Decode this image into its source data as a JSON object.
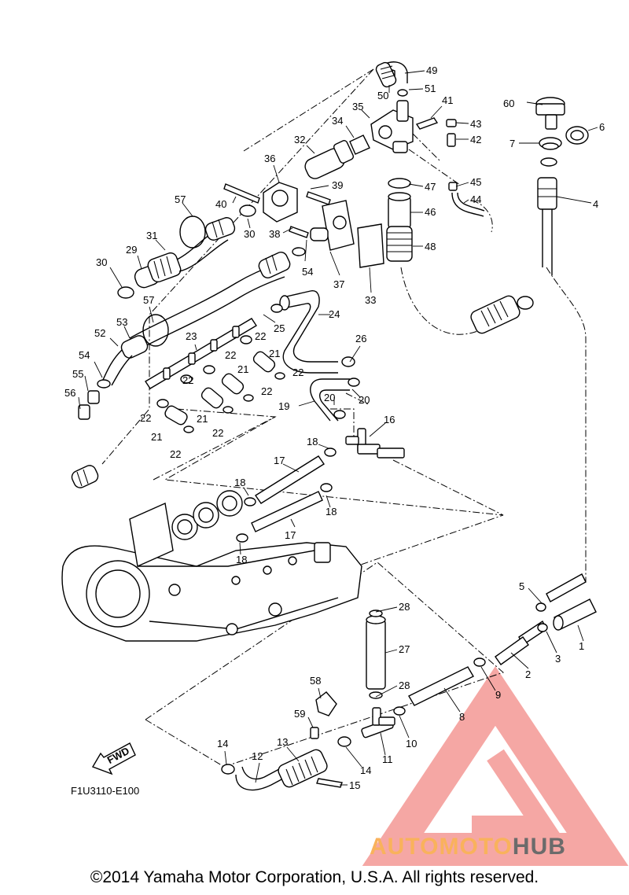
{
  "copyright": "©2014 Yamaha Motor Corporation, U.S.A. All rights reserved.",
  "diagram_code": "F1U3110-E100",
  "fwd_label": "FWD",
  "logo": {
    "text_accent": "AUTOMOTO",
    "text_dark": "HUB",
    "accent_color": "#f9b25c",
    "mark_color": "#f28a86",
    "dark_color": "#6b6b6b"
  },
  "callouts": [
    "1",
    "2",
    "3",
    "4",
    "5",
    "6",
    "7",
    "8",
    "9",
    "10",
    "11",
    "12",
    "13",
    "14",
    "15",
    "16",
    "17",
    "18",
    "19",
    "20",
    "21",
    "22",
    "23",
    "24",
    "25",
    "26",
    "27",
    "28",
    "29",
    "30",
    "31",
    "32",
    "33",
    "34",
    "35",
    "36",
    "37",
    "38",
    "39",
    "40",
    "41",
    "42",
    "43",
    "44",
    "45",
    "46",
    "47",
    "48",
    "49",
    "50",
    "51",
    "52",
    "53",
    "54",
    "55",
    "56",
    "57",
    "58",
    "59",
    "60"
  ]
}
